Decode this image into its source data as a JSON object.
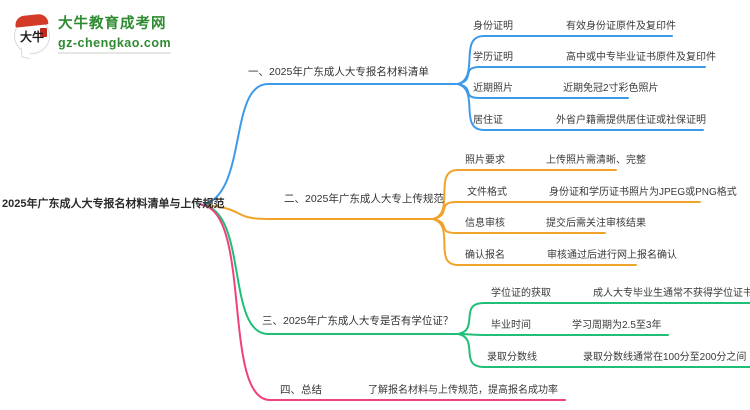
{
  "logo": {
    "icon_text": "大牛",
    "site_name": "大牛教育成考网",
    "site_url": "gz-chengkao.com",
    "brand_color": "#2e8b31"
  },
  "mindmap": {
    "central": "2025年广东成人大专报名材料清单与上传规范",
    "branches": [
      {
        "title": "一、2025年广东成人大专报名材料清单",
        "color": "#3d9ae8",
        "children": [
          {
            "label": "身份证明",
            "value": "有效身份证原件及复印件"
          },
          {
            "label": "学历证明",
            "value": "高中或中专毕业证书原件及复印件"
          },
          {
            "label": "近期照片",
            "value": "近期免冠2寸彩色照片"
          },
          {
            "label": "居住证",
            "value": "外省户籍需提供居住证或社保证明"
          }
        ]
      },
      {
        "title": "二、2025年广东成人大专上传规范",
        "color": "#efa32b",
        "children": [
          {
            "label": "照片要求",
            "value": "上传照片需清晰、完整"
          },
          {
            "label": "文件格式",
            "value": "身份证和学历证书照片为JPEG或PNG格式"
          },
          {
            "label": "信息审核",
            "value": "提交后需关注审核结果"
          },
          {
            "label": "确认报名",
            "value": "审核通过后进行网上报名确认"
          }
        ]
      },
      {
        "title": "三、2025年广东成人大专是否有学位证？",
        "color": "#21be77",
        "children": [
          {
            "label": "学位证的获取",
            "value": "成人大专毕业生通常不获得学位证书"
          },
          {
            "label": "毕业时间",
            "value": "学习周期为2.5至3年"
          },
          {
            "label": "录取分数线",
            "value": "录取分数线通常在100分至200分之间"
          }
        ]
      },
      {
        "title": "四、总结",
        "color": "#f0417f",
        "children": [
          {
            "label": "",
            "value": "了解报名材料与上传规范，提高报名成功率"
          }
        ]
      }
    ]
  }
}
